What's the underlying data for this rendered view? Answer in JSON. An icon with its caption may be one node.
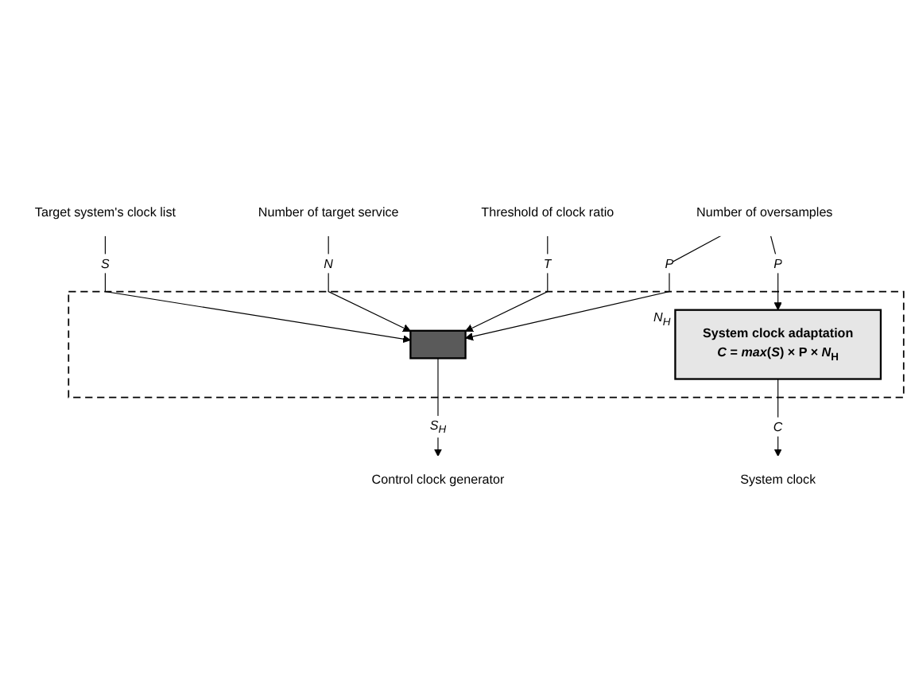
{
  "diagram": {
    "nodes": [
      {
        "text": [
          "Target system's clock list"
        ]
      },
      {
        "text": [
          "Number of target service"
        ]
      },
      {
        "text": [
          "Threshold of clock ratio"
        ]
      },
      {
        "text": [
          "Number of oversamples"
        ]
      },
      {
        "text": [],
        "shape": "box"
      },
      {
        "text": [],
        "shape": "box",
        "in": 4
      },
      {
        "text": [
          "System clock adaptation",
          "*C* = *max*(*S*) × P × *N*$_{H}$"
        ],
        "in": 4,
        "beside": [
          "N$_{H}$"
        ]
      },
      {
        "text": [
          "Control clock generator"
        ]
      },
      {
        "text": [
          "System clock"
        ]
      }
    ],
    "edges": [
      {
        "from": 0,
        "to": 5,
        "arrow": "to",
        "label": "S"
      },
      {
        "from": 1,
        "to": 5,
        "arrow": "to",
        "label": "N"
      },
      {
        "from": 2,
        "to": 5,
        "arrow": "to",
        "label": "T"
      },
      {
        "from": 3,
        "to": 5,
        "arrow": "to",
        "label": "P"
      },
      {
        "from": 3,
        "to": 6,
        "arrow": "to",
        "label": "P"
      },
      {
        "from": 5,
        "to": 7,
        "arrow": "to",
        "label": "S$_{H}$"
      },
      {
        "from": 6,
        "to": 8,
        "arrow": "to",
        "label": "C"
      }
    ]
  }
}
